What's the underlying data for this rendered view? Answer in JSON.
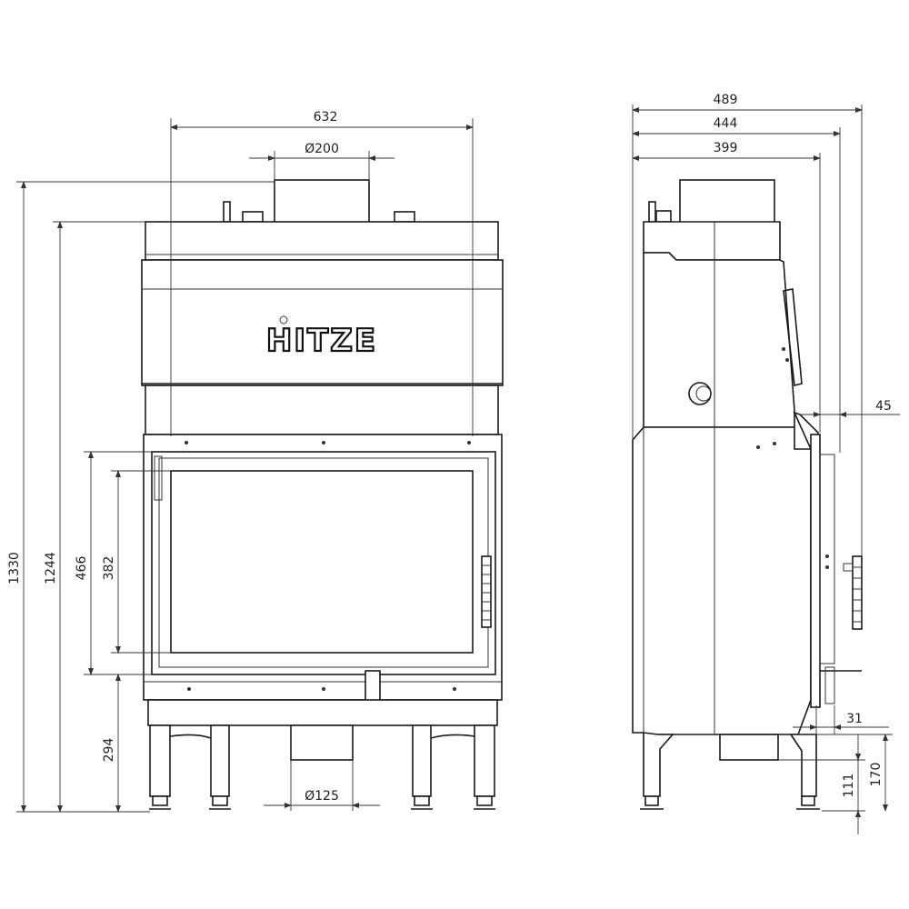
{
  "brand": {
    "logo_text": "HITZE"
  },
  "front_view": {
    "dimensions": {
      "overall_width": "632",
      "flue_top_diameter": "Ø200",
      "total_height": "1330",
      "body_height": "1244",
      "door_opening_height": "466",
      "glass_height": "382",
      "floor_to_door": "294",
      "air_inlet_diameter": "Ø125"
    }
  },
  "side_view": {
    "dimensions": {
      "depth_overall": "489",
      "depth_mid": "444",
      "depth_body": "399",
      "door_projection": "45",
      "door_offset": "31",
      "inlet_height": "111",
      "inlet_top_height": "170"
    }
  }
}
